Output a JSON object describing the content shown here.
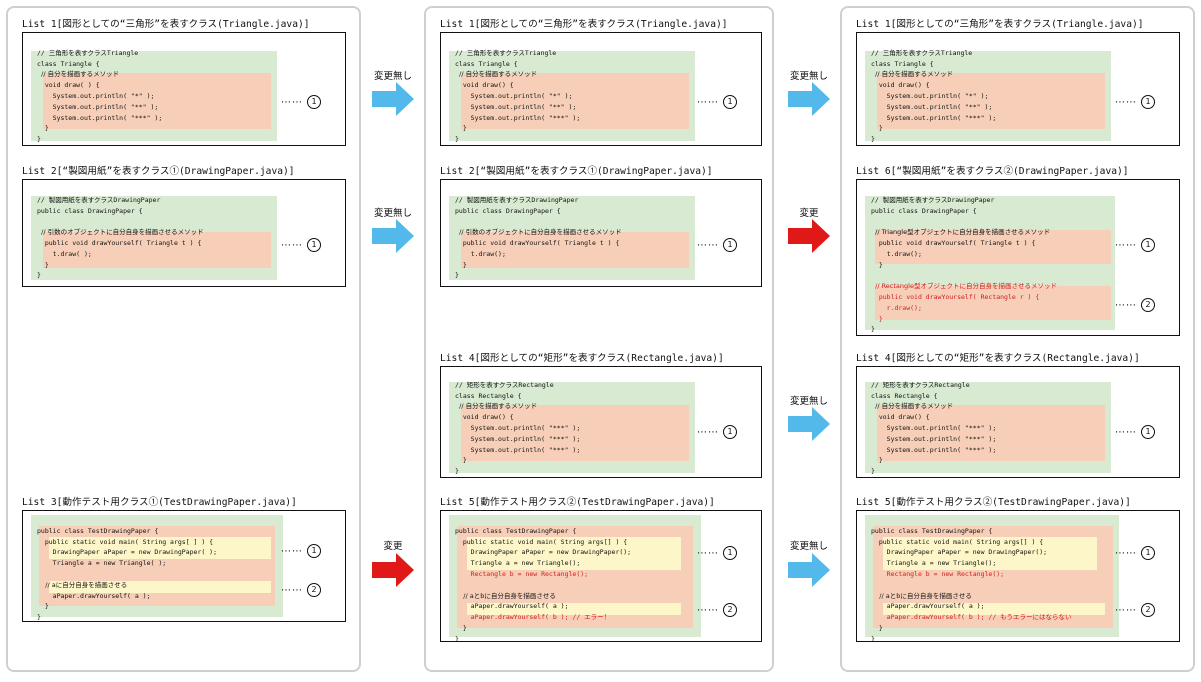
{
  "colors": {
    "blue_arrow": "#53b9ea",
    "red_arrow": "#e01818",
    "green_bg": "#d8ead2",
    "orange_bg": "#f7cfb9",
    "yellow_bg": "#fdf6c9",
    "red_text": "#d21c1c"
  },
  "col1": {
    "list1_title": "List 1[図形としての“三角形”を表すクラス(Triangle.java)]",
    "list1_code": [
      "// 三角形を表すクラスTriangle",
      "class Triangle {",
      "  // 自分を描画するメソッド",
      "  void draw( ) {",
      "    System.out.println( \"*\" );",
      "    System.out.println( \"**\" );",
      "    System.out.println( \"***\" );",
      "  }",
      "}"
    ],
    "list1_marker": "⋯⋯",
    "list1_num": "1",
    "list2_title": "List 2[“製図用紙”を表すクラス①(DrawingPaper.java)]",
    "list2_code": [
      "// 製図用紙を表すクラスDrawingPaper",
      "public class DrawingPaper {",
      "",
      "  // 引数のオブジェクトに自分自身を描画させるメソッド",
      "  public void drawYourself( Triangle t ) {",
      "    t.draw( );",
      "  }",
      "}"
    ],
    "list2_marker": "⋯⋯",
    "list2_num": "1",
    "list3_title": "List 3[動作テスト用クラス①(TestDrawingPaper.java)]",
    "list3_code": [
      "public class TestDrawingPaper {",
      "  public static void main( String args[ ] ) {",
      "    DrawingPaper aPaper = new DrawingPaper( );",
      "    Triangle a = new Triangle( );",
      "",
      "    // aに自分自身を描画させる",
      "    aPaper.drawYourself( a );",
      "  }",
      "}"
    ],
    "list3_marker1": "⋯⋯",
    "list3_num1": "1",
    "list3_marker2": "⋯⋯",
    "list3_num2": "2"
  },
  "arrows1": {
    "a1": "変更無し",
    "a2": "変更無し",
    "a3": "変更"
  },
  "col2": {
    "list1_title": "List 1[図形としての“三角形”を表すクラス(Triangle.java)]",
    "list1_code": [
      "// 三角形を表すクラスTriangle",
      "class Triangle {",
      "  // 自分を描画するメソッド",
      "  void draw() {",
      "    System.out.println( \"*\" );",
      "    System.out.println( \"**\" );",
      "    System.out.println( \"***\" );",
      "  }",
      "}"
    ],
    "list1_marker": "⋯⋯",
    "list1_num": "1",
    "list2_title": "List 2[“製図用紙”を表すクラス①(DrawingPaper.java)]",
    "list2_code": [
      "// 製図用紙を表すクラスDrawingPaper",
      "public class DrawingPaper {",
      "",
      "  // 引数のオブジェクトに自分自身を描画させるメソッド",
      "  public void drawYourself( Triangle t ) {",
      "    t.draw();",
      "  }",
      "}"
    ],
    "list2_marker": "⋯⋯",
    "list2_num": "1",
    "list4_title": "List 4[図形としての“矩形”を表すクラス(Rectangle.java)]",
    "list4_code": [
      "// 矩形を表すクラスRectangle",
      "class Rectangle {",
      "  // 自分を描画するメソッド",
      "  void draw() {",
      "    System.out.println( \"***\" );",
      "    System.out.println( \"***\" );",
      "    System.out.println( \"***\" );",
      "  }",
      "}"
    ],
    "list4_marker": "⋯⋯",
    "list4_num": "1",
    "list5_title": "List 5[動作テスト用クラス②(TestDrawingPaper.java)]",
    "list5_code": [
      "public class TestDrawingPaper {",
      "  public static void main( String args[] ) {",
      "    DrawingPaper aPaper = new DrawingPaper();",
      "    Triangle a = new Triangle();",
      "    Rectangle b = new Rectangle();",
      "",
      "    // aとbに自分自身を描画させる",
      "    aPaper.drawYourself( a );",
      "    aPaper.drawYourself( b ); // エラー！",
      "  }",
      "}"
    ],
    "list5_marker1": "⋯⋯",
    "list5_num1": "1",
    "list5_marker2": "⋯⋯",
    "list5_num2": "2"
  },
  "arrows2": {
    "a1": "変更無し",
    "a2": "変更",
    "a3": "変更無し",
    "a4": "変更無し"
  },
  "col3": {
    "list1_title": "List 1[図形としての“三角形”を表すクラス(Triangle.java)]",
    "list1_code": [
      "// 三角形を表すクラスTriangle",
      "class Triangle {",
      "  // 自分を描画するメソッド",
      "  void draw() {",
      "    System.out.println( \"*\" );",
      "    System.out.println( \"**\" );",
      "    System.out.println( \"***\" );",
      "  }",
      "}"
    ],
    "list1_marker": "⋯⋯",
    "list1_num": "1",
    "list6_title": "List 6[“製図用紙”を表すクラス②(DrawingPaper.java)]",
    "list6_code": [
      "// 製図用紙を表すクラスDrawingPaper",
      "public class DrawingPaper {",
      "",
      "  // Triangle型オブジェクトに自分自身を描画させるメソッド",
      "  public void drawYourself( Triangle t ) {",
      "    t.draw();",
      "  }",
      "",
      "  // Rectangle型オブジェクトに自分自身を描画させるメソッド",
      "  public void drawYourself( Rectangle r ) {",
      "    r.draw();",
      "  }",
      "}"
    ],
    "list6_marker1": "⋯⋯",
    "list6_num1": "1",
    "list6_marker2": "⋯⋯",
    "list6_num2": "2",
    "list4_title": "List 4[図形としての“矩形”を表すクラス(Rectangle.java)]",
    "list4_code": [
      "// 矩形を表すクラスRectangle",
      "class Rectangle {",
      "  // 自分を描画するメソッド",
      "  void draw() {",
      "    System.out.println( \"***\" );",
      "    System.out.println( \"***\" );",
      "    System.out.println( \"***\" );",
      "  }",
      "}"
    ],
    "list4_marker": "⋯⋯",
    "list4_num": "1",
    "list5_title": "List 5[動作テスト用クラス②(TestDrawingPaper.java)]",
    "list5_code": [
      "public class TestDrawingPaper {",
      "  public static void main( String args[] ) {",
      "    DrawingPaper aPaper = new DrawingPaper();",
      "    Triangle a = new Triangle();",
      "    Rectangle b = new Rectangle();",
      "",
      "    // aとbに自分自身を描画させる",
      "    aPaper.drawYourself( a );",
      "    aPaper.drawYourself( b ); // もうエラーにはならない",
      "  }",
      "}"
    ],
    "list5_marker1": "⋯⋯",
    "list5_num1": "1",
    "list5_marker2": "⋯⋯",
    "list5_num2": "2"
  }
}
